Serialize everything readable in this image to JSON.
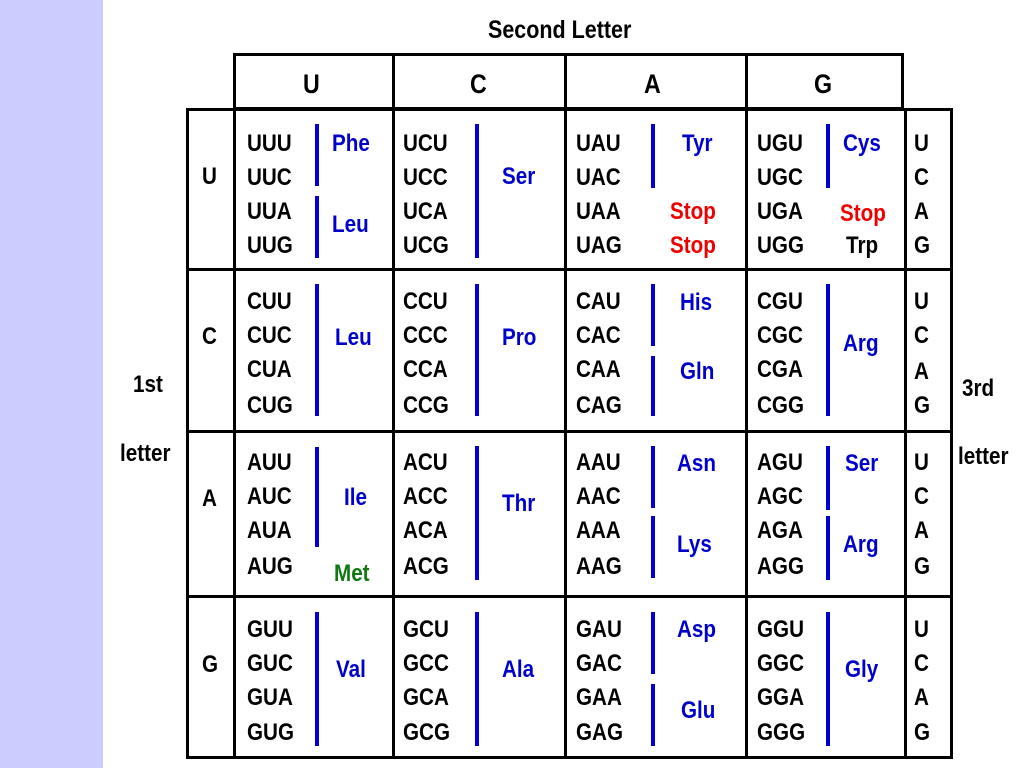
{
  "title": "Second Letter",
  "second_letters": [
    "U",
    "C",
    "A",
    "G"
  ],
  "first_label": {
    "line1": "1st",
    "line2": "letter"
  },
  "third_label": {
    "line1": "3rd",
    "line2": "letter"
  },
  "colors": {
    "side_band": "#ccccff",
    "amino_acid": "#0000cc",
    "stop": "#ee0000",
    "start": "#117711",
    "grid": "#000000"
  },
  "rows": [
    {
      "first": "U",
      "third": [
        "U",
        "C",
        "A",
        "G"
      ],
      "cells": [
        {
          "codons": [
            "UUU",
            "UUC",
            "UUA",
            "UUG"
          ],
          "labels": [
            {
              "text": "Phe",
              "kind": "aa"
            },
            {
              "text": "Leu",
              "kind": "aa"
            }
          ]
        },
        {
          "codons": [
            "UCU",
            "UCC",
            "UCA",
            "UCG"
          ],
          "labels": [
            {
              "text": "Ser",
              "kind": "aa"
            }
          ]
        },
        {
          "codons": [
            "UAU",
            "UAC",
            "UAA",
            "UAG"
          ],
          "labels": [
            {
              "text": "Tyr",
              "kind": "aa"
            },
            {
              "text": "Stop",
              "kind": "stop"
            },
            {
              "text": "Stop",
              "kind": "stop"
            }
          ]
        },
        {
          "codons": [
            "UGU",
            "UGC",
            "UGA",
            "UGG"
          ],
          "labels": [
            {
              "text": "Cys",
              "kind": "aa"
            },
            {
              "text": "Stop",
              "kind": "stop"
            },
            {
              "text": "Trp",
              "kind": "trp"
            }
          ]
        }
      ]
    },
    {
      "first": "C",
      "third": [
        "U",
        "C",
        "A",
        "G"
      ],
      "cells": [
        {
          "codons": [
            "CUU",
            "CUC",
            "CUA",
            "CUG"
          ],
          "labels": [
            {
              "text": "Leu",
              "kind": "aa"
            }
          ]
        },
        {
          "codons": [
            "CCU",
            "CCC",
            "CCA",
            "CCG"
          ],
          "labels": [
            {
              "text": "Pro",
              "kind": "aa"
            }
          ]
        },
        {
          "codons": [
            "CAU",
            "CAC",
            "CAA",
            "CAG"
          ],
          "labels": [
            {
              "text": "His",
              "kind": "aa"
            },
            {
              "text": "Gln",
              "kind": "aa"
            }
          ]
        },
        {
          "codons": [
            "CGU",
            "CGC",
            "CGA",
            "CGG"
          ],
          "labels": [
            {
              "text": "Arg",
              "kind": "aa"
            }
          ]
        }
      ]
    },
    {
      "first": "A",
      "third": [
        "U",
        "C",
        "A",
        "G"
      ],
      "cells": [
        {
          "codons": [
            "AUU",
            "AUC",
            "AUA",
            "AUG"
          ],
          "labels": [
            {
              "text": "Ile",
              "kind": "aa"
            },
            {
              "text": "Met",
              "kind": "met"
            }
          ]
        },
        {
          "codons": [
            "ACU",
            "ACC",
            "ACA",
            "ACG"
          ],
          "labels": [
            {
              "text": "Thr",
              "kind": "aa"
            }
          ]
        },
        {
          "codons": [
            "AAU",
            "AAC",
            "AAA",
            "AAG"
          ],
          "labels": [
            {
              "text": "Asn",
              "kind": "aa"
            },
            {
              "text": "Lys",
              "kind": "aa"
            }
          ]
        },
        {
          "codons": [
            "AGU",
            "AGC",
            "AGA",
            "AGG"
          ],
          "labels": [
            {
              "text": "Ser",
              "kind": "aa"
            },
            {
              "text": "Arg",
              "kind": "aa"
            }
          ]
        }
      ]
    },
    {
      "first": "G",
      "third": [
        "U",
        "C",
        "A",
        "G"
      ],
      "cells": [
        {
          "codons": [
            "GUU",
            "GUC",
            "GUA",
            "GUG"
          ],
          "labels": [
            {
              "text": "Val",
              "kind": "aa"
            }
          ]
        },
        {
          "codons": [
            "GCU",
            "GCC",
            "GCA",
            "GCG"
          ],
          "labels": [
            {
              "text": "Ala",
              "kind": "aa"
            }
          ]
        },
        {
          "codons": [
            "GAU",
            "GAC",
            "GAA",
            "GAG"
          ],
          "labels": [
            {
              "text": "Asp",
              "kind": "aa"
            },
            {
              "text": "Glu",
              "kind": "aa"
            }
          ]
        },
        {
          "codons": [
            "GGU",
            "GGC",
            "GGA",
            "GGG"
          ],
          "labels": [
            {
              "text": "Gly",
              "kind": "aa"
            }
          ]
        }
      ]
    }
  ]
}
